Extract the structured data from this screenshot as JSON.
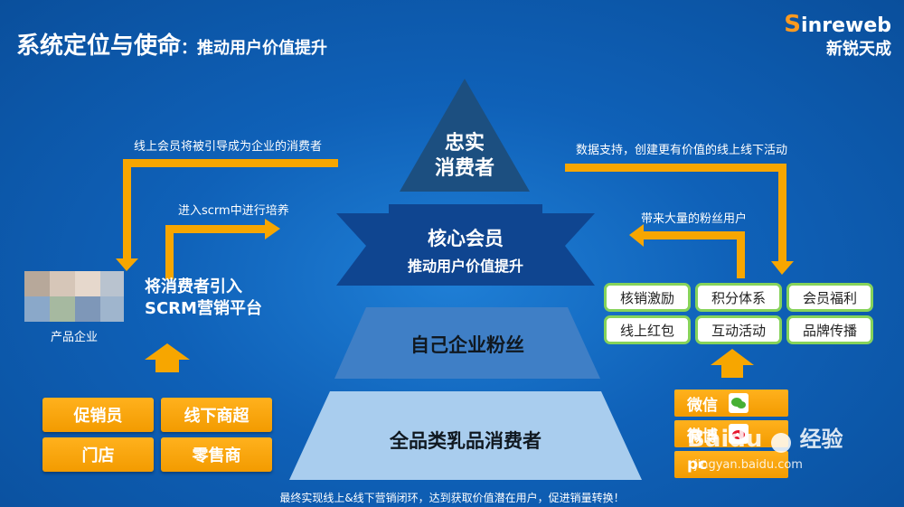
{
  "header": {
    "title": "系统定位与使命",
    "subtitle_sep": "：",
    "subtitle": "推动用户价值提升"
  },
  "logo": {
    "first_letter": "S",
    "rest_en": "inreweb",
    "cn": "新锐天成"
  },
  "pyramid": {
    "top_line1": "忠实",
    "top_line2": "消费者",
    "star_line1": "核心会员",
    "star_line2": "推动用户价值提升",
    "middle": "自己企业粉丝",
    "bottom": "全品类乳品消费者"
  },
  "left": {
    "arrow_top_note": "线上会员将被引导成为企业的消费者",
    "arrow_inner_note": "进入scrm中进行培养",
    "platform_line1": "将消费者引入",
    "platform_line2": "SCRM营销平台",
    "enterprise_label": "产品企业",
    "channels": [
      "促销员",
      "线下商超",
      "门店",
      "零售商"
    ]
  },
  "right": {
    "data_note": "数据支持，创建更有价值的线上线下活动",
    "fans_note": "带来大量的粉丝用户",
    "activities": [
      "核销激励",
      "积分体系",
      "会员福利",
      "线上红包",
      "互动活动",
      "品牌传播"
    ],
    "socials": [
      "微信",
      "微博",
      "pc"
    ]
  },
  "watermark": {
    "brand": "Baidu",
    "cn": "经验",
    "url": "jingyan.baidu.com"
  },
  "footer": {
    "text": "最终实现线上&线下营销闭环，达到获取价值潜在用户，促进销量转换！"
  },
  "colors": {
    "background": "#1466c0",
    "orange": "#f7a600",
    "green_border": "#86d35a",
    "top_tri": "#1c4f80",
    "star": "#0f4590",
    "middle": "#3f7fc6",
    "bottom": "#a9cdee"
  }
}
